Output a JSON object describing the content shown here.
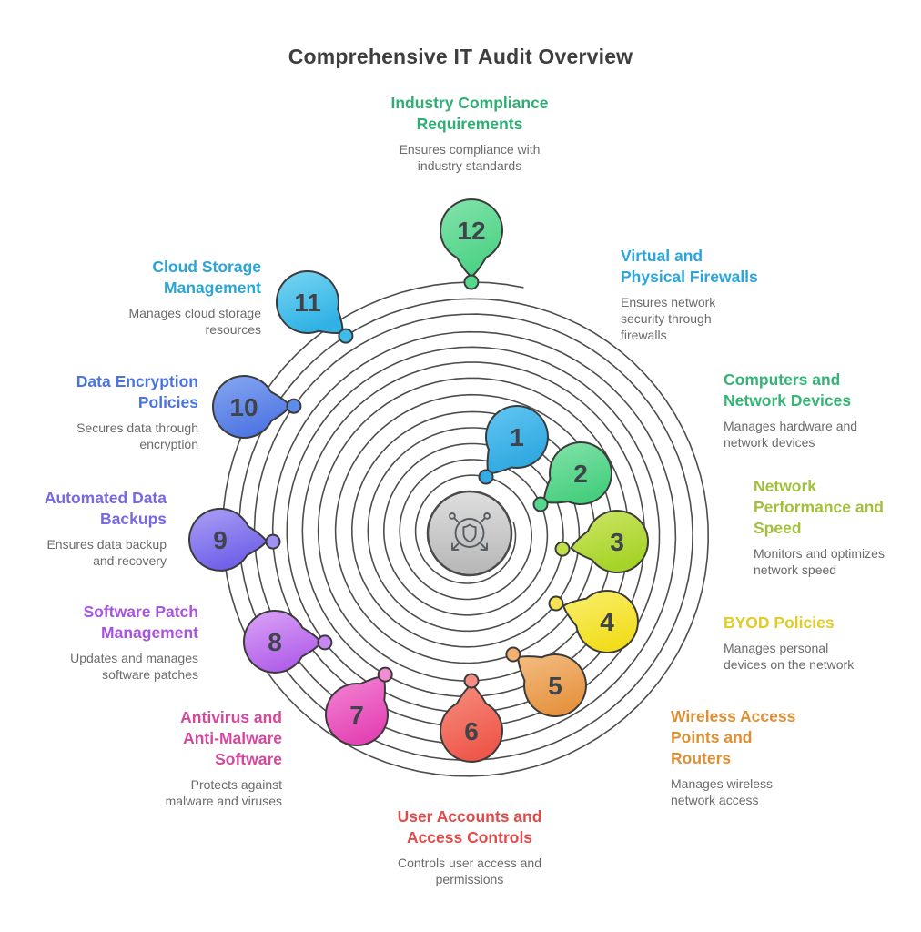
{
  "title": "Comprehensive IT Audit Overview",
  "center_icon": "network-security-shield",
  "spiral_color": "#4d4d4d",
  "outline_color": "#3b3b3b",
  "number_color": "#3f444b",
  "description_color": "#6b6b6b",
  "items": [
    {
      "number": "1",
      "title": "Virtual and\nPhysical Firewalls",
      "description": "Ensures network\nsecurity through\nfirewalls",
      "title_color": "#2aa5dd",
      "bubble_light": "#63c7f2",
      "bubble_dark": "#2ea7e0",
      "dot_color": "#35ade4"
    },
    {
      "number": "2",
      "title": "Computers and\nNetwork Devices",
      "description": "Manages hardware and\nnetwork devices",
      "title_color": "#35b476",
      "bubble_light": "#84e3ab",
      "bubble_dark": "#46cf7e",
      "dot_color": "#52d78c"
    },
    {
      "number": "3",
      "title": "Network\nPerformance and\nSpeed",
      "description": "Monitors and optimizes\nnetwork speed",
      "title_color": "#a2c03b",
      "bubble_light": "#cde668",
      "bubble_dark": "#a6d327",
      "dot_color": "#c0df4a"
    },
    {
      "number": "4",
      "title": "BYOD Policies",
      "description": "Manages personal\ndevices on the network",
      "title_color": "#e2ca27",
      "bubble_light": "#f9ef6e",
      "bubble_dark": "#f2dd1d",
      "dot_color": "#f3e551"
    },
    {
      "number": "5",
      "title": "Wireless Access\nPoints and\nRouters",
      "description": "Manages wireless\nnetwork access",
      "title_color": "#df8f33",
      "bubble_light": "#f3bd82",
      "bubble_dark": "#e69441",
      "dot_color": "#f2b170"
    },
    {
      "number": "6",
      "title": "User Accounts and\nAccess Controls",
      "description": "Controls user access and\npermissions",
      "title_color": "#e14b4b",
      "bubble_light": "#f78f80",
      "bubble_dark": "#ee584a",
      "dot_color": "#f58d85"
    },
    {
      "number": "7",
      "title": "Antivirus and\nAnti-Malware\nSoftware",
      "description": "Protects against\nmalware and viruses",
      "title_color": "#d4499e",
      "bubble_light": "#f388d6",
      "bubble_dark": "#e444b4",
      "dot_color": "#f18cd2"
    },
    {
      "number": "8",
      "title": "Software Patch\nManagement",
      "description": "Updates and manages\nsoftware patches",
      "title_color": "#a855dd",
      "bubble_light": "#dba4f7",
      "bubble_dark": "#b15fe9",
      "dot_color": "#c488f0"
    },
    {
      "number": "9",
      "title": "Automated Data\nBackups",
      "description": "Ensures data backup\nand recovery",
      "title_color": "#7668e6",
      "bubble_light": "#aba0f5",
      "bubble_dark": "#6f60e8",
      "dot_color": "#a092f3"
    },
    {
      "number": "10",
      "title": "Data Encryption\nPolicies",
      "description": "Secures data through\nencryption",
      "title_color": "#4b74e0",
      "bubble_light": "#87a7f1",
      "bubble_dark": "#4e76e3",
      "dot_color": "#5f8ceb"
    },
    {
      "number": "11",
      "title": "Cloud Storage\nManagement",
      "description": "Manages cloud storage\nresources",
      "title_color": "#2aa6d5",
      "bubble_light": "#79d6f3",
      "bubble_dark": "#30b2e5",
      "dot_color": "#3cbcea"
    },
    {
      "number": "12",
      "title": "Industry Compliance\nRequirements",
      "description": "Ensures compliance with\nindustry standards",
      "title_color": "#2fae74",
      "bubble_light": "#83e3ac",
      "bubble_dark": "#4cd286",
      "dot_color": "#55d78d"
    }
  ]
}
